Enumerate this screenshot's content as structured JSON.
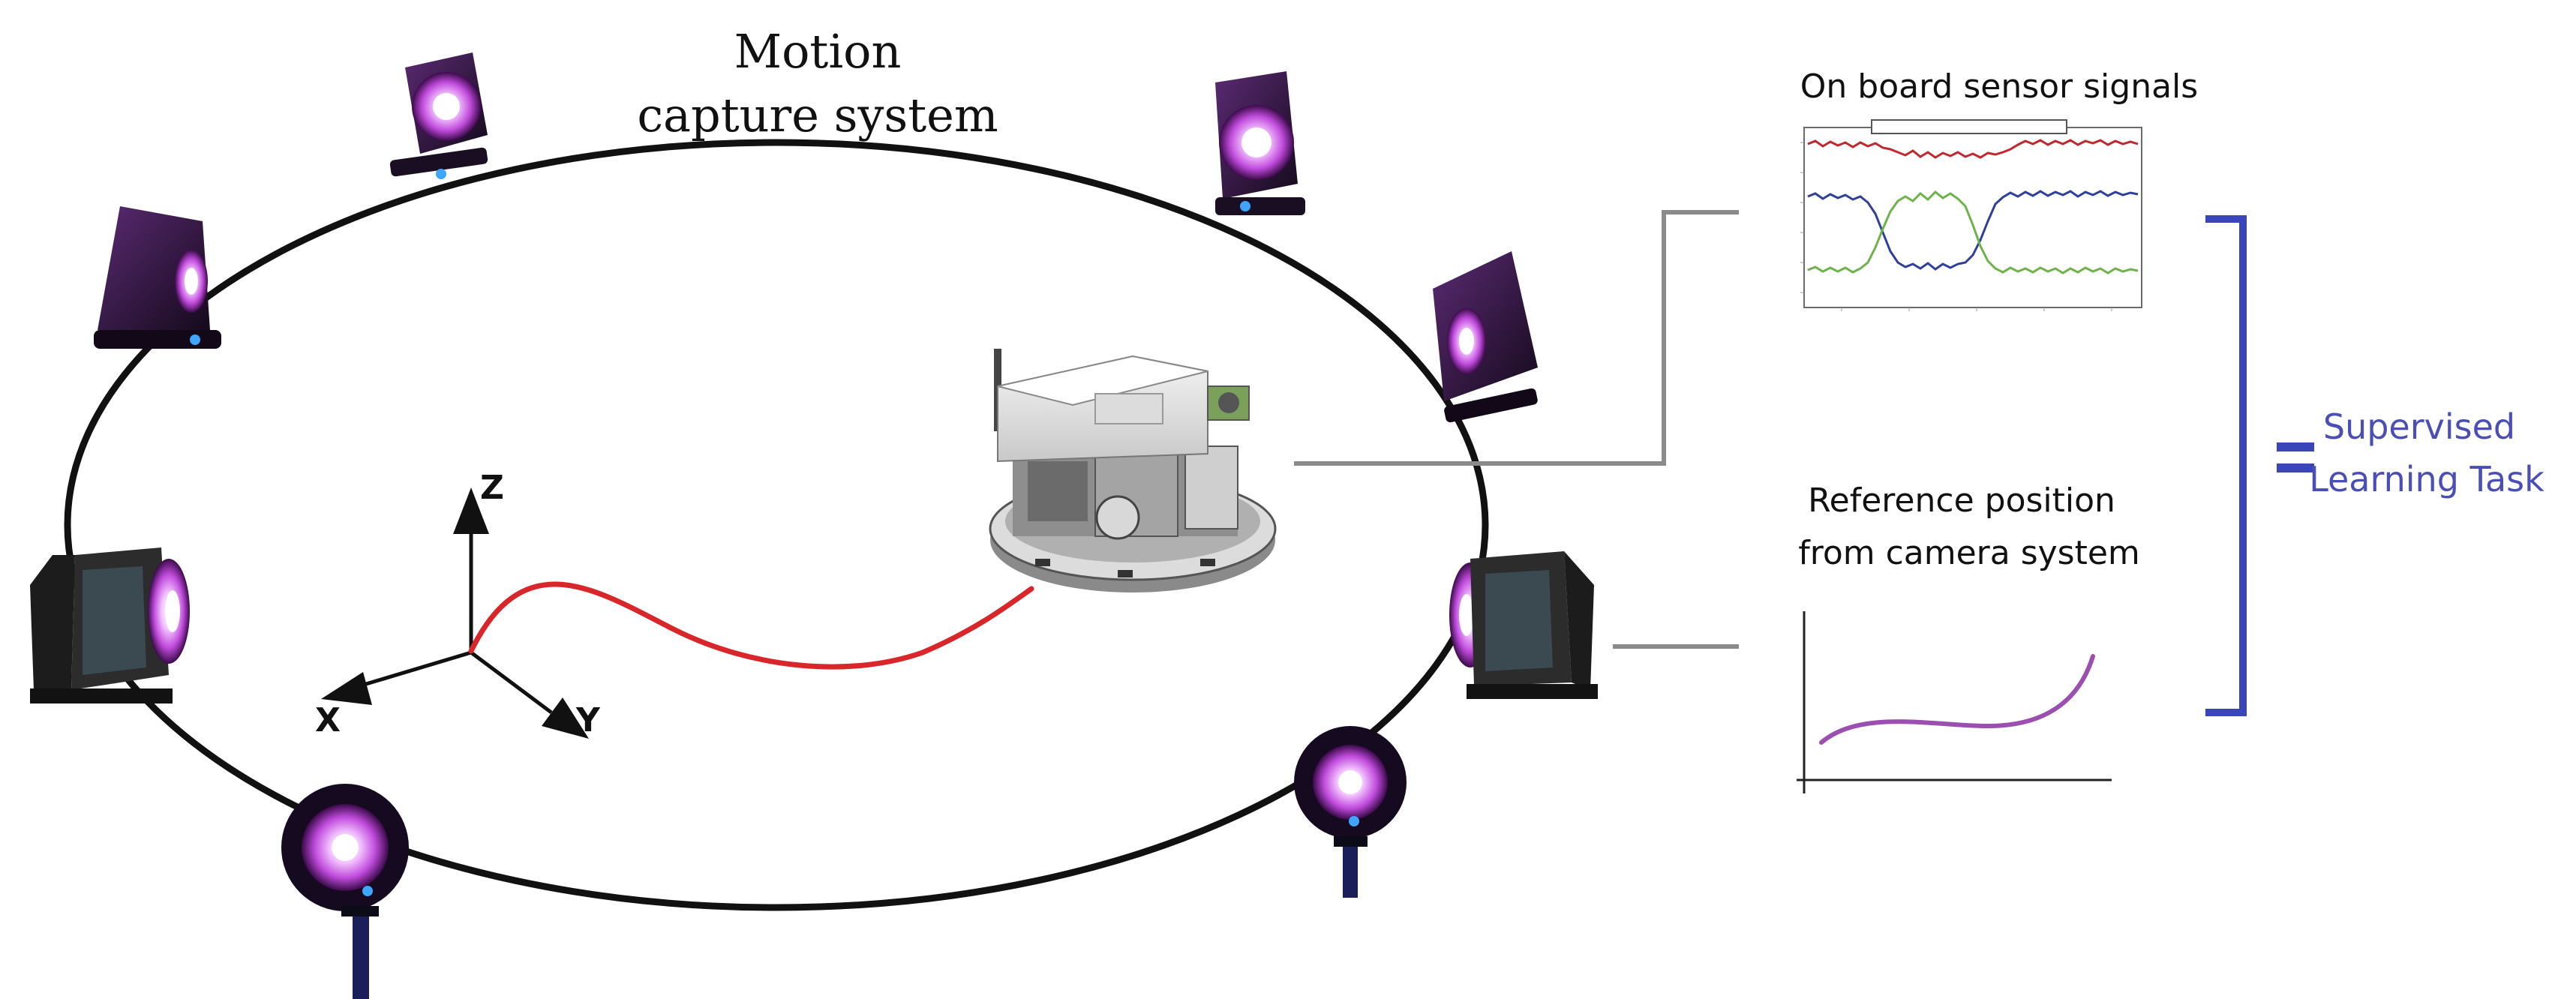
{
  "title": {
    "line1": "Motion",
    "line2": "capture system"
  },
  "axes": {
    "x": "X",
    "y": "Y",
    "z": "Z"
  },
  "sensor_panel": {
    "title": "On board sensor signals"
  },
  "reference_panel": {
    "line1": "Reference position",
    "line2": "from camera system"
  },
  "result": {
    "line1": "Supervised",
    "line2": "Learning Task"
  },
  "colors": {
    "ring": "#111111",
    "trajectory": "#d9262b",
    "connector": "#8a8a8a",
    "bracket": "#3a45b8",
    "result_text": "#4a4fb8",
    "reference_curve": "#9b4fb0",
    "signal_red": "#c0282d",
    "signal_blue": "#2f3f9c",
    "signal_green": "#6db34a",
    "camera_glow": "#e07cff"
  },
  "icons": [
    "motion-capture-camera-icon",
    "mobile-robot-icon"
  ]
}
